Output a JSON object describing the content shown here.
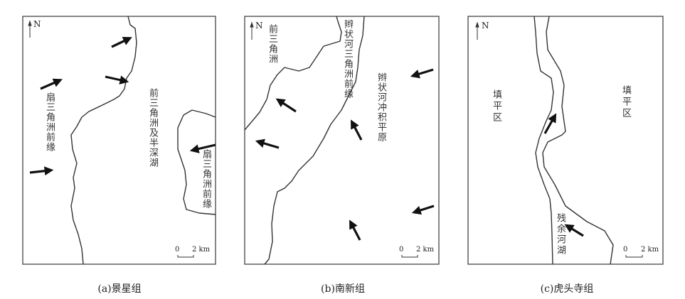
{
  "panels": [
    {
      "caption": "(a)景星组",
      "north": "N",
      "scale": {
        "zero": "0",
        "max": "2 km"
      },
      "labels": [
        "扇三角洲前缘",
        "前三角洲及半深湖",
        "扇三角洲前缘"
      ]
    },
    {
      "caption": "(b)南新组",
      "north": "N",
      "scale": {
        "zero": "0",
        "max": "2 km"
      },
      "labels": [
        "前三角洲",
        "辫状河三角洲前缘",
        "辫状河冲积平原"
      ]
    },
    {
      "caption": "(c)虎头寺组",
      "north": "N",
      "scale": {
        "zero": "0",
        "max": "2 km"
      },
      "labels": [
        "填平区",
        "填平区",
        "残余河湖"
      ]
    }
  ],
  "colors": {
    "line": "#333333",
    "arrow": "#111111",
    "frame": "#444444"
  }
}
